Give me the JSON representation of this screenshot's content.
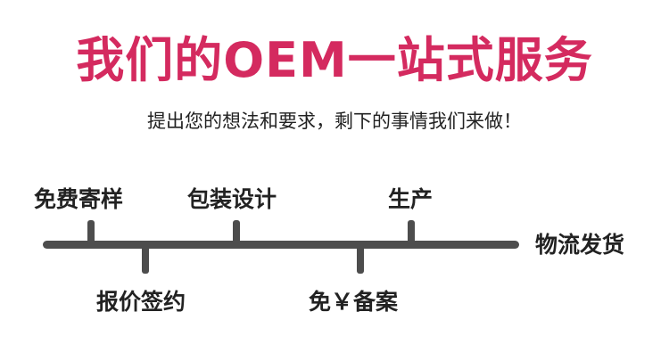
{
  "heading": {
    "title": "我们的OEM一站式服务",
    "subtitle": "提出您的想法和要求，剩下的事情我们来做！"
  },
  "timeline": {
    "steps_top": [
      "免费寄样",
      "包装设计",
      "生产"
    ],
    "steps_bottom": [
      "报价签约",
      "免￥备案"
    ],
    "end_label": "物流发货"
  },
  "colors": {
    "title": "#d42a5f",
    "text": "#222222",
    "line": "#4d4d4d"
  }
}
